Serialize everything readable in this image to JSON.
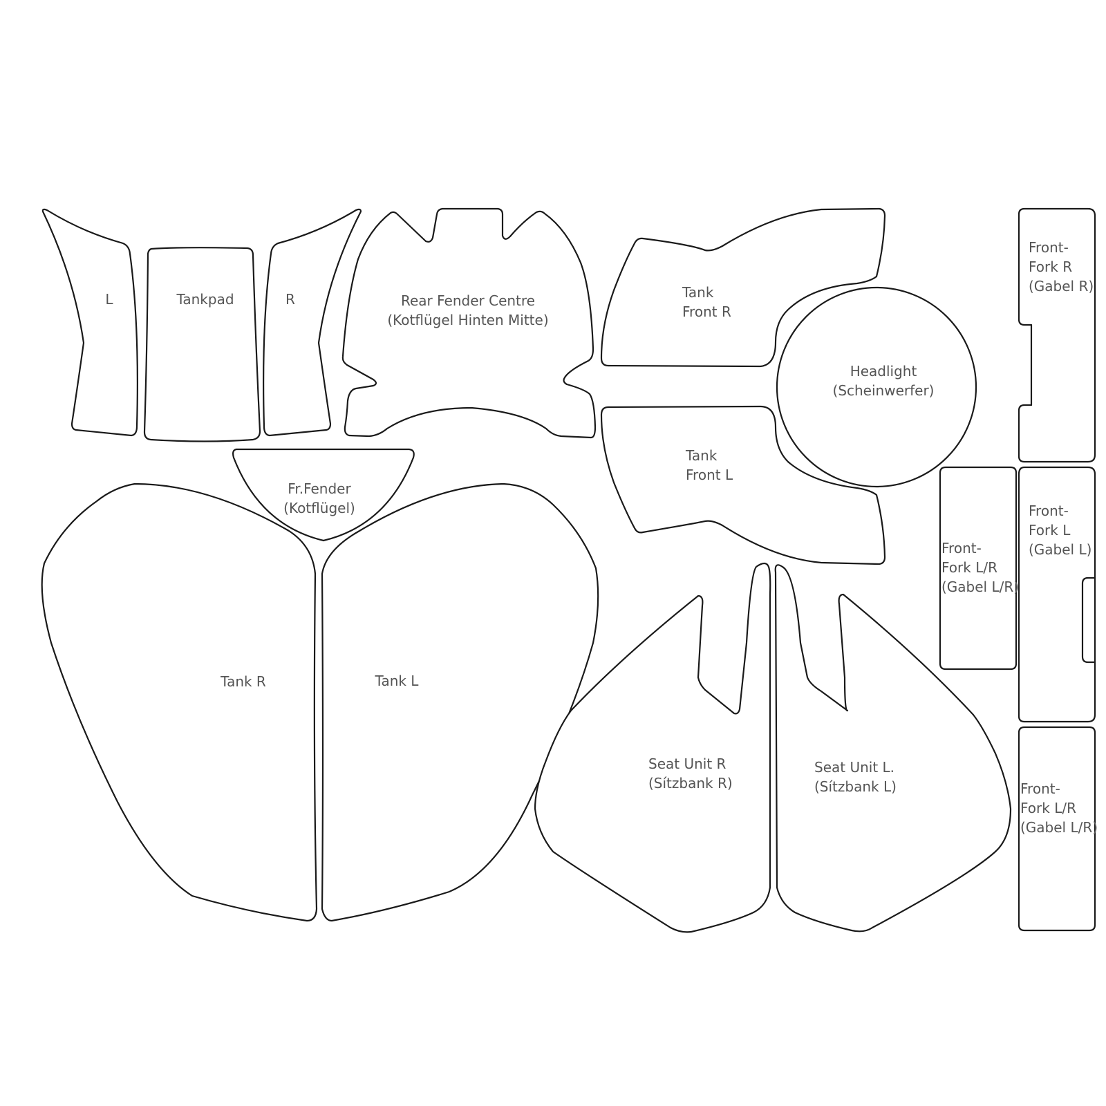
{
  "pieces": {
    "tankpad_left": {
      "lines": [
        "L"
      ]
    },
    "tankpad_center": {
      "lines": [
        "Tankpad"
      ]
    },
    "tankpad_right": {
      "lines": [
        "R"
      ]
    },
    "rear_fender_centre": {
      "lines": [
        "Rear Fender Centre",
        "(Kotflügel Hinten Mitte)"
      ]
    },
    "tank_front_r": {
      "lines": [
        "Tank",
        "Front R"
      ]
    },
    "tank_front_l": {
      "lines": [
        "Tank",
        "Front L"
      ]
    },
    "headlight": {
      "lines": [
        "Headlight",
        "(Scheinwerfer)"
      ]
    },
    "front_fork_r": {
      "lines": [
        "Front-",
        "Fork R",
        "(Gabel R)"
      ]
    },
    "front_fork_l": {
      "lines": [
        "Front-",
        "Fork L",
        "(Gabel L)"
      ]
    },
    "front_fork_lr_a": {
      "lines": [
        "Front-",
        "Fork L/R",
        "(Gabel L/R)"
      ]
    },
    "front_fork_lr_b": {
      "lines": [
        "Front-",
        "Fork L/R",
        "(Gabel L/R)"
      ]
    },
    "front_fender": {
      "lines": [
        "Fr.Fender",
        "(Kotflügel)"
      ]
    },
    "tank_r": {
      "lines": [
        "Tank R"
      ]
    },
    "tank_l": {
      "lines": [
        "Tank L"
      ]
    },
    "seat_unit_r": {
      "lines": [
        "Seat Unit R",
        "(Sítzbank R)"
      ]
    },
    "seat_unit_l": {
      "lines": [
        "Seat Unit L.",
        "(Sítzbank L)"
      ]
    }
  }
}
